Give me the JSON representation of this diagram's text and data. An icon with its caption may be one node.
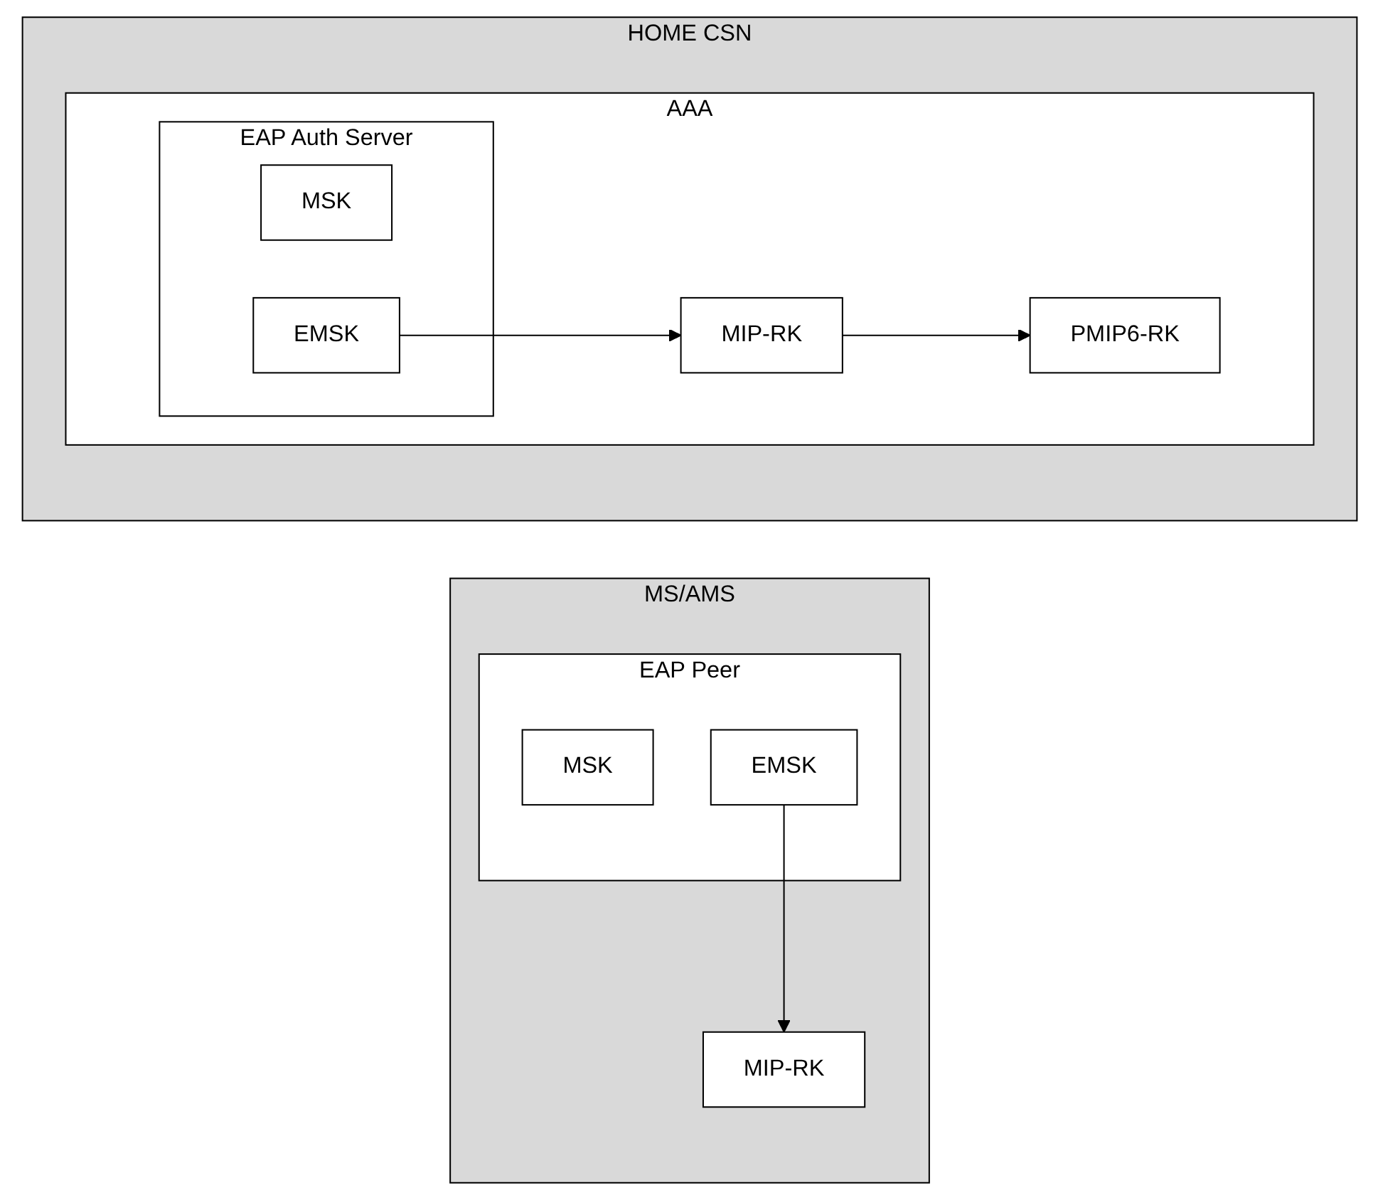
{
  "diagram": {
    "nodes": [
      {
        "text": [
          "MS/AMS"
        ]
      },
      {
        "text": [
          "MIP-RK"
        ],
        "in": 0
      },
      {
        "text": [
          "EAP Peer"
        ],
        "in": 0
      },
      {
        "text": [
          "MSK"
        ],
        "in": 2
      },
      {
        "text": [
          "EMSK"
        ],
        "in": 2
      },
      {
        "text": [
          "HOME CSN"
        ]
      },
      {
        "text": [
          "AAA"
        ],
        "in": 5
      },
      {
        "text": [
          "PMIP6-RK"
        ],
        "in": 6
      },
      {
        "text": [
          "MIP-RK"
        ],
        "in": 6
      },
      {
        "text": [
          "EAP Auth Server"
        ],
        "in": 6
      },
      {
        "text": [
          "MSK"
        ],
        "in": 9
      },
      {
        "text": [
          "EMSK"
        ],
        "in": 9
      }
    ],
    "edges": [
      {
        "from": 4,
        "to": 1,
        "arrow": "to"
      },
      {
        "from": 8,
        "to": 7,
        "arrow": "to"
      },
      {
        "from": 11,
        "to": 8,
        "arrow": "to"
      }
    ]
  }
}
